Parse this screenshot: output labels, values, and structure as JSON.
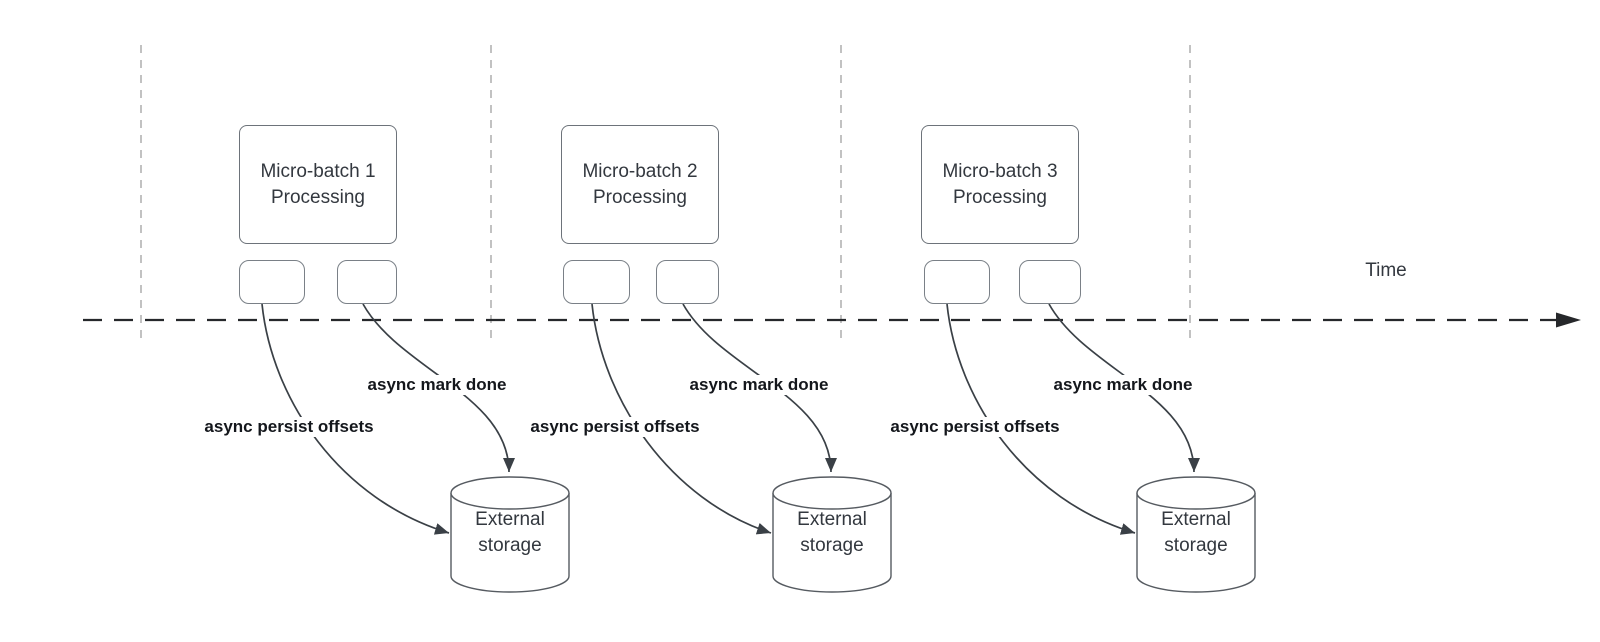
{
  "diagram": {
    "time_label": "Time",
    "sections": [
      {
        "box_line1": "Micro-batch 1",
        "box_line2": "Processing",
        "persist_label": "async persist offsets",
        "mark_done_label": "async mark done",
        "storage_line1": "External",
        "storage_line2": "storage"
      },
      {
        "box_line1": "Micro-batch 2",
        "box_line2": "Processing",
        "persist_label": "async persist offsets",
        "mark_done_label": "async mark done",
        "storage_line1": "External",
        "storage_line2": "storage"
      },
      {
        "box_line1": "Micro-batch 3",
        "box_line2": "Processing",
        "persist_label": "async persist offsets",
        "mark_done_label": "async mark done",
        "storage_line1": "External",
        "storage_line2": "storage"
      }
    ],
    "colors": {
      "background": "#ffffff",
      "node_border": "#6d737a",
      "edge_stroke": "#3a4046",
      "guide_line": "#b3b3b3",
      "timeline": "#26282b",
      "label_text": "#14171c",
      "node_text": "#33383f"
    }
  }
}
